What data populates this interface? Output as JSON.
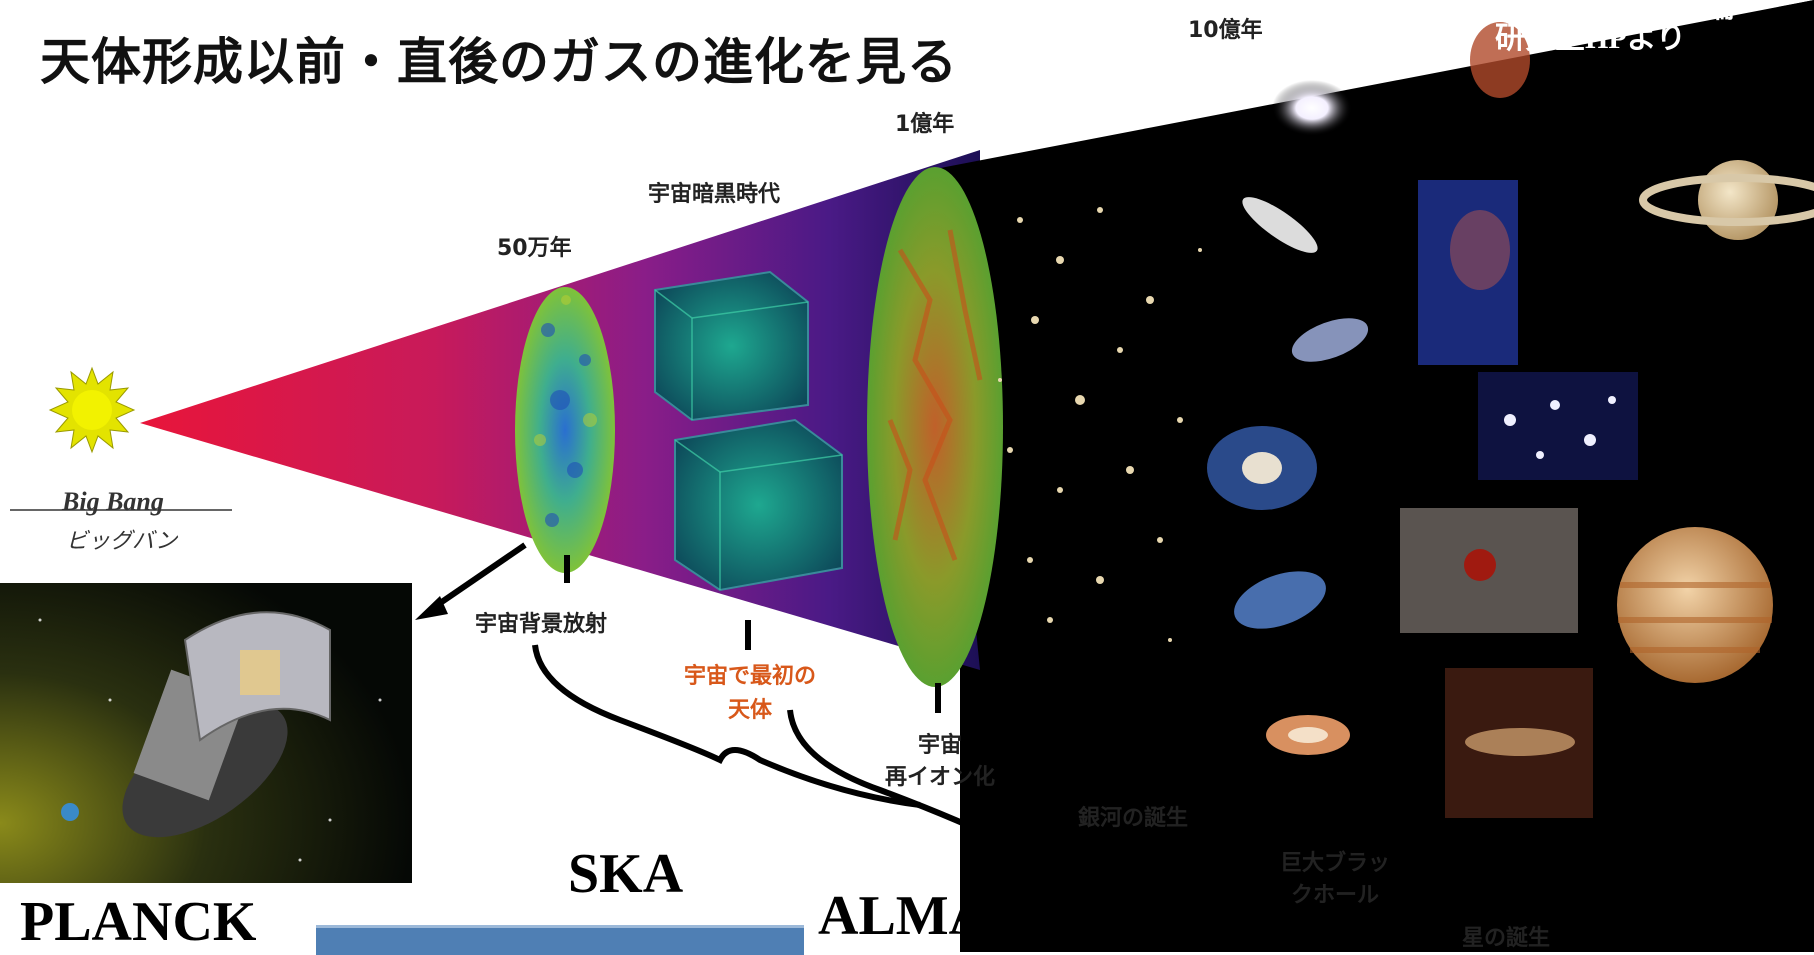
{
  "title": "天体形成以前・直後のガスの進化を見る",
  "credit": [
    "筑波大学宇宙理論",
    "研究室HPより"
  ],
  "big_bang": {
    "en": "Big Bang",
    "ja": "ビッグバン"
  },
  "epochs": {
    "t_500k": "50万年",
    "dark_ages": "宇宙暗黒時代",
    "t_100m": "1億年",
    "t_1b": "10億年"
  },
  "events": {
    "cmb": "宇宙背景放射",
    "first_objects": [
      "宇宙で最初の",
      "天体"
    ],
    "reionization": [
      "宇宙",
      "再イオン化"
    ],
    "galaxy_birth": "銀河の誕生",
    "smbh": [
      "巨大ブラッ",
      "クホール"
    ],
    "star_birth": "星の誕生"
  },
  "instruments": {
    "planck": "PLANCK",
    "ska": "SKA",
    "alma_tmt": "ALMA TMT"
  },
  "colors": {
    "cone_start": "#d8133a",
    "cone_mid": "#8a1d88",
    "cone_end": "#2a1470",
    "space": "#000000",
    "arrow": "#000000",
    "ska_bar": "#4f7fb4",
    "orange_text": "#d8581a"
  }
}
